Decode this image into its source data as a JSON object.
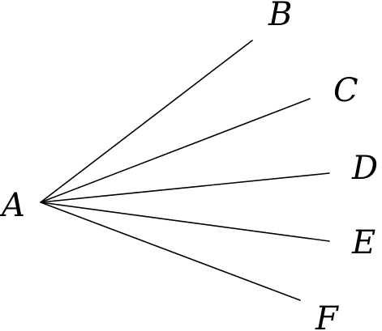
{
  "diagram": {
    "origin": {
      "label": "A"
    },
    "rays": [
      {
        "label": "B"
      },
      {
        "label": "C"
      },
      {
        "label": "D"
      },
      {
        "label": "E"
      },
      {
        "label": "F"
      }
    ]
  }
}
